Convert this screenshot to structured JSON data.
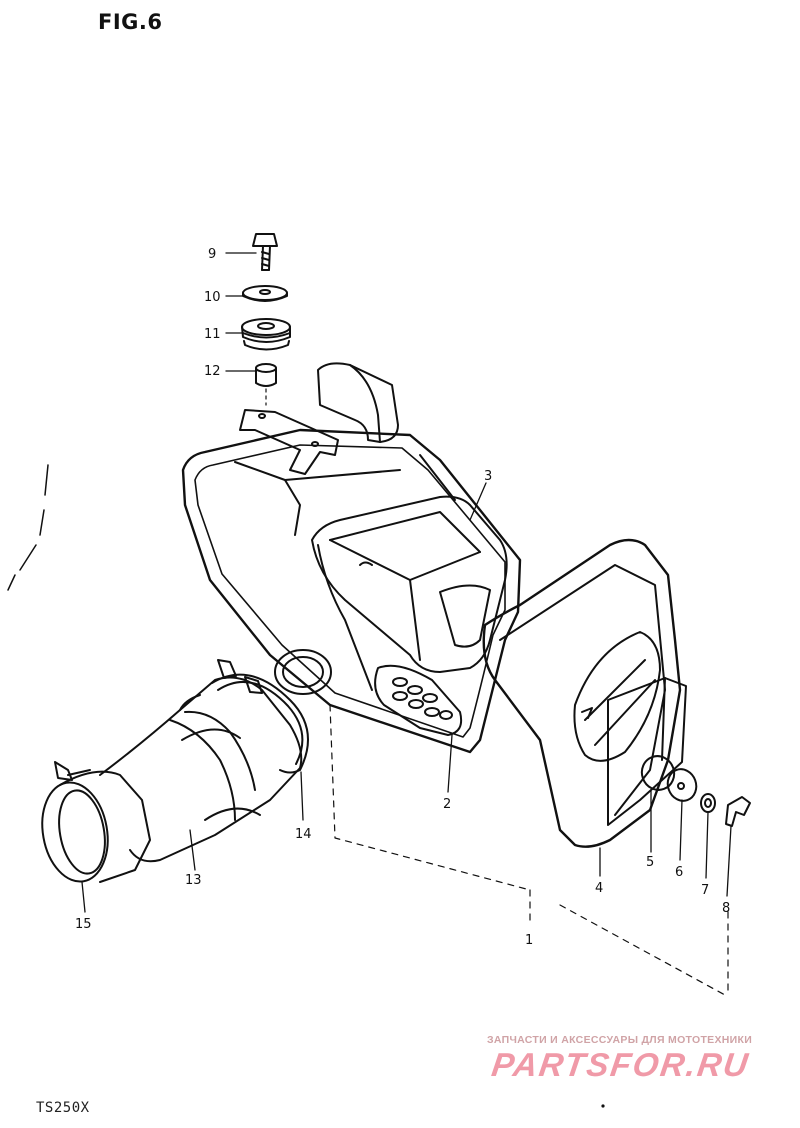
{
  "figure": {
    "title": "FIG.6",
    "model": "TS250X"
  },
  "watermark": {
    "tagline": "ЗАПЧАСТИ И АКСЕССУАРЫ ДЛЯ МОТОТЕХНИКИ",
    "logo": "PARTSFOR.RU"
  },
  "callouts": [
    {
      "id": "callout-1",
      "label": "1"
    },
    {
      "id": "callout-2",
      "label": "2"
    },
    {
      "id": "callout-3",
      "label": "3"
    },
    {
      "id": "callout-4",
      "label": "4"
    },
    {
      "id": "callout-5",
      "label": "5"
    },
    {
      "id": "callout-6",
      "label": "6"
    },
    {
      "id": "callout-7",
      "label": "7"
    },
    {
      "id": "callout-8",
      "label": "8"
    },
    {
      "id": "callout-9",
      "label": "9"
    },
    {
      "id": "callout-10",
      "label": "10"
    },
    {
      "id": "callout-11",
      "label": "11"
    },
    {
      "id": "callout-12",
      "label": "12"
    },
    {
      "id": "callout-13",
      "label": "13"
    },
    {
      "id": "callout-14",
      "label": "14"
    },
    {
      "id": "callout-15",
      "label": "15"
    }
  ],
  "colors": {
    "ink": "#111111",
    "watermark_red": "#f09aa8",
    "watermark_text": "#d0a3a6"
  }
}
